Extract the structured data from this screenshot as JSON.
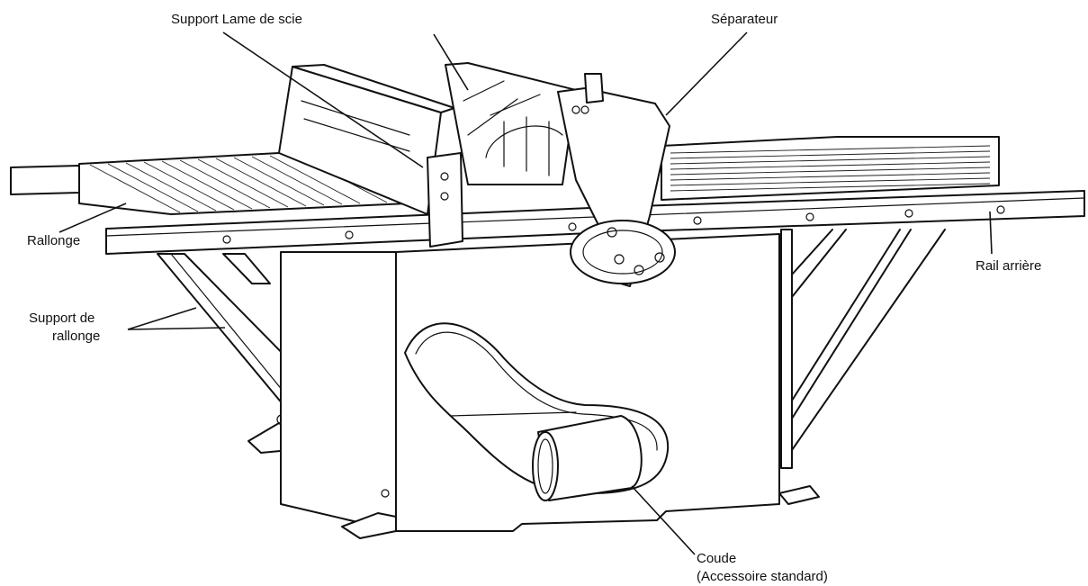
{
  "labels": {
    "blade_support": "Support Lame de scie",
    "separator": "Séparateur",
    "extension": "Rallonge",
    "rear_rail": "Rail arrière",
    "extension_support_line1": "Support de",
    "extension_support_line2": "rallonge",
    "elbow_line1": "Coude",
    "elbow_line2": "(Accessoire standard)"
  },
  "colors": {
    "ink": "#111111",
    "background": "#ffffff"
  }
}
